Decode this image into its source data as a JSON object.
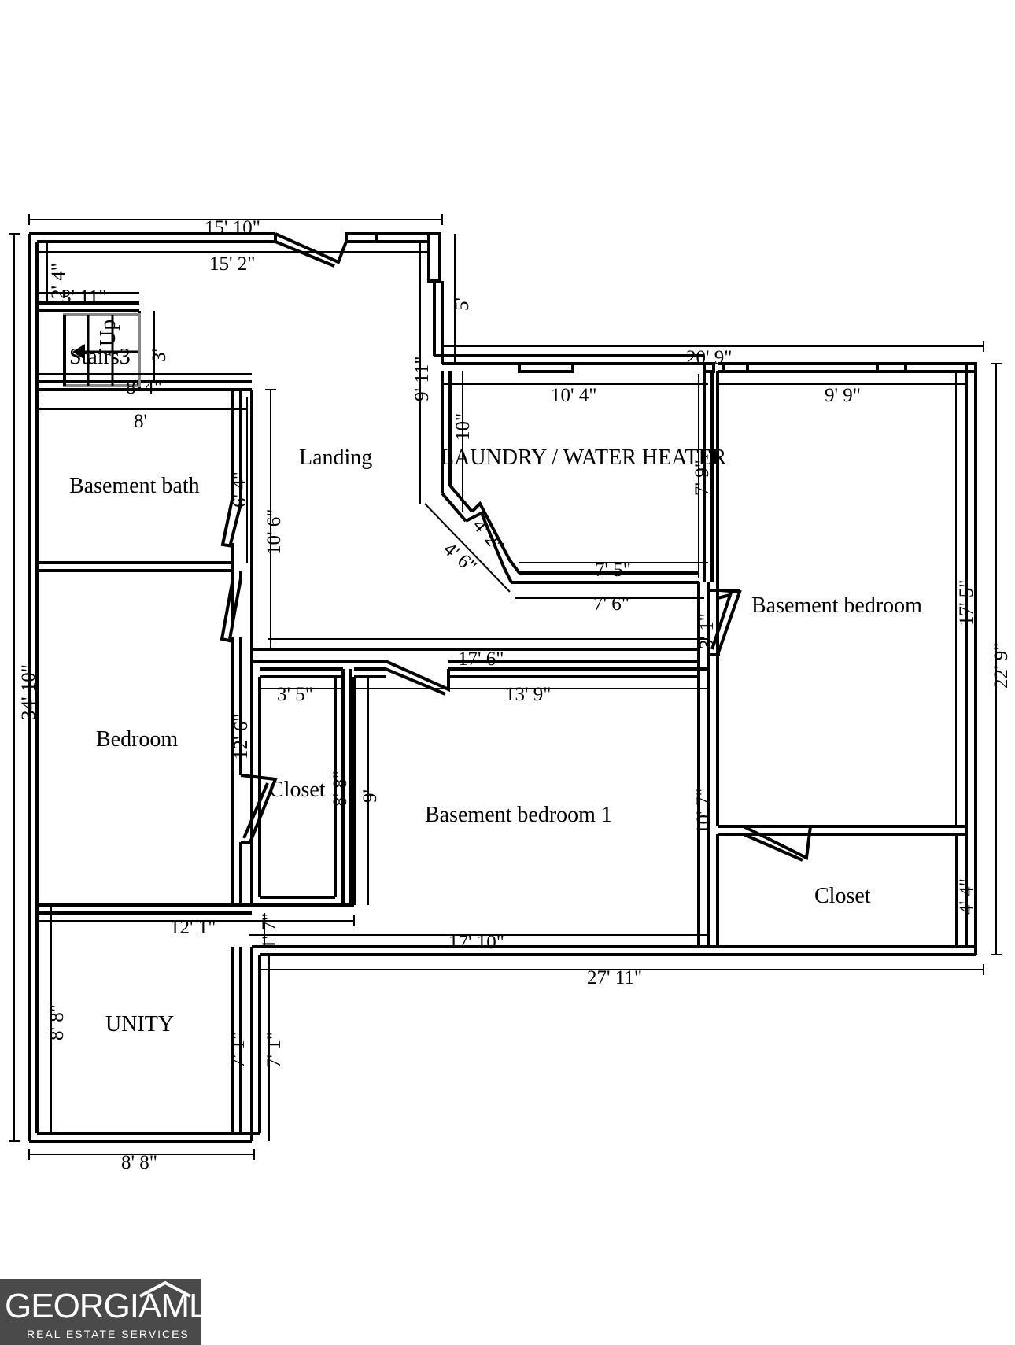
{
  "rooms": {
    "landing": "Landing",
    "laundry": "LAUNDRY / WATER HEATER",
    "basement_bath": "Basement bath",
    "bedroom": "Bedroom",
    "closet_small": "Closet",
    "basement_bedroom_1": "Basement bedroom 1",
    "basement_bedroom": "Basement bedroom",
    "closet_right": "Closet",
    "unity": "UNITY",
    "stairs": "Stairs3",
    "up": "Up"
  },
  "dimensions": {
    "top_overall": "15' 10\"",
    "top_inner": "15' 2\"",
    "left_overall": "34' 10\"",
    "upper_2_4": "2' 4\"",
    "stair_width": "3' 11\"",
    "stair_depth": "3'",
    "stair_bottom": "8' 4\"",
    "bath_width": "8'",
    "bath_depth": "6' 4\"",
    "landing_depth": "10' 6\"",
    "notch_5": "5'",
    "notch_9_11": "9' 11\"",
    "laundry_width_top": "20' 9\"",
    "laundry_width": "10' 4\"",
    "laundry_left": "10\"",
    "laundry_right": "7' 9\"",
    "diag_1": "4' 2\"",
    "diag_2": "4' 6\"",
    "laundry_bottom": "7' 5\"",
    "hall_bottom": "7' 6\"",
    "hall_3_1": "3' 1\"",
    "hall_length": "17' 6\"",
    "bedroom_depth": "12' 6\"",
    "closet_width": "3' 5\"",
    "closet_depth": "8' 8\"",
    "bed1_width": "13' 9\"",
    "bed1_depth_left": "9'",
    "bed1_depth_right": "10' 7\"",
    "bedr_width": "9' 9\"",
    "bedr_depth": "17' 5\"",
    "right_overall": "22' 9\"",
    "closet_r_depth": "4' 4\"",
    "row_12_1": "12' 1\"",
    "row_1_7": "1' 7\"",
    "row_17_10": "17' 10\"",
    "row_27_11": "27' 11\"",
    "unity_depth_left": "8' 8\"",
    "unity_depth_right": "7' 1\"",
    "unity_outer": "7' 1\"",
    "bottom_overall": "8' 8\""
  },
  "logo": {
    "main": "GEORGIAMLS",
    "sub": "REAL ESTATE SERVICES"
  },
  "colors": {
    "line": "#000000",
    "background": "#ffffff",
    "logo_bg": "#4a4a4a"
  }
}
